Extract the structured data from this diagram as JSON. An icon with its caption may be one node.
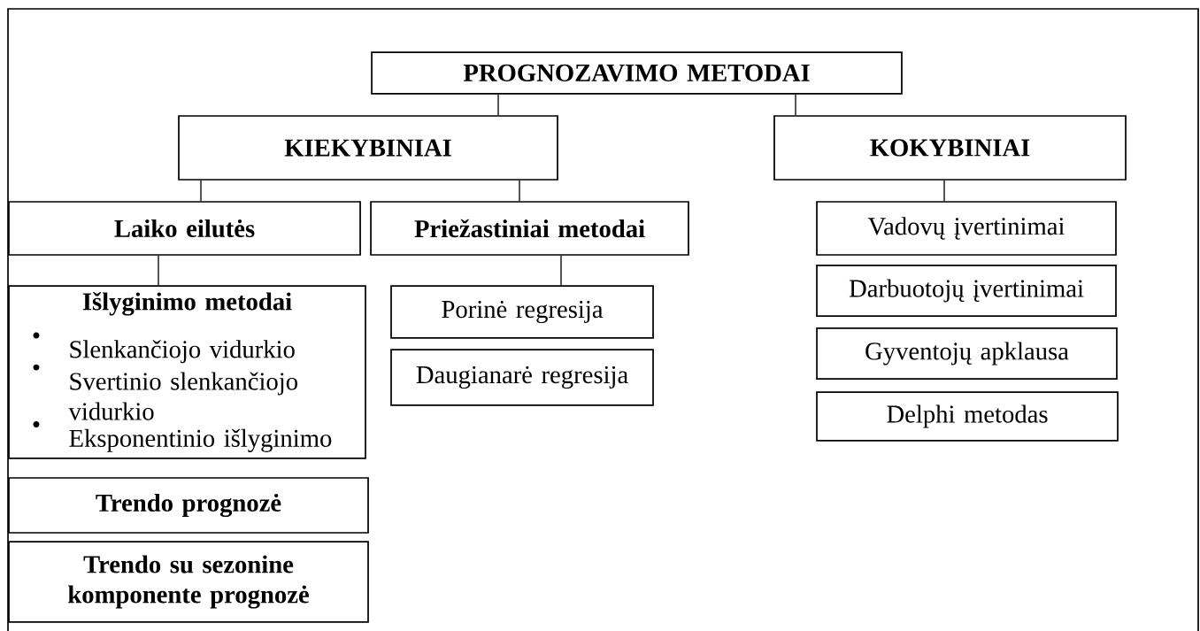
{
  "diagram": {
    "nodes": [
      {
        "text": [
          "PROGNOZAVIMO  METODAI"
        ]
      },
      {
        "text": [
          "KIEKYBINIAI"
        ]
      },
      {
        "text": [
          "KOKYBINIAI"
        ]
      },
      {
        "text": [
          "Laiko eilutės"
        ]
      },
      {
        "text": [
          "Priežastiniai metodai"
        ]
      },
      {
        "text": [
          "Vadovų įvertinimai"
        ]
      },
      {
        "text": [
          "Išlyginimo metodai",
          "Slenkančiojo vidurkio",
          "Svertinio slenkančiojo vidurkio",
          "Eksponentinio išlyginimo"
        ]
      },
      {
        "text": [
          "Porinė regresija"
        ]
      },
      {
        "text": [
          "Daugianarė regresija"
        ]
      },
      {
        "text": [
          "Darbuotojų įvertinimai"
        ]
      },
      {
        "text": [
          "Gyventojų apklausa"
        ]
      },
      {
        "text": [
          "Delphi metodas"
        ]
      },
      {
        "text": [
          "Trendo prognozė"
        ]
      },
      {
        "text": [
          "Trendo su sezonine komponente prognozė"
        ]
      }
    ],
    "edges": [
      {
        "from": 0,
        "to": 1,
        "arrow": "none"
      },
      {
        "from": 0,
        "to": 2,
        "arrow": "none"
      },
      {
        "from": 1,
        "to": 3,
        "arrow": "none"
      },
      {
        "from": 1,
        "to": 4,
        "arrow": "none"
      },
      {
        "from": 2,
        "to": 5,
        "arrow": "none"
      },
      {
        "from": 3,
        "to": 6,
        "arrow": "none"
      },
      {
        "from": 4,
        "to": 7,
        "arrow": "none"
      }
    ]
  }
}
